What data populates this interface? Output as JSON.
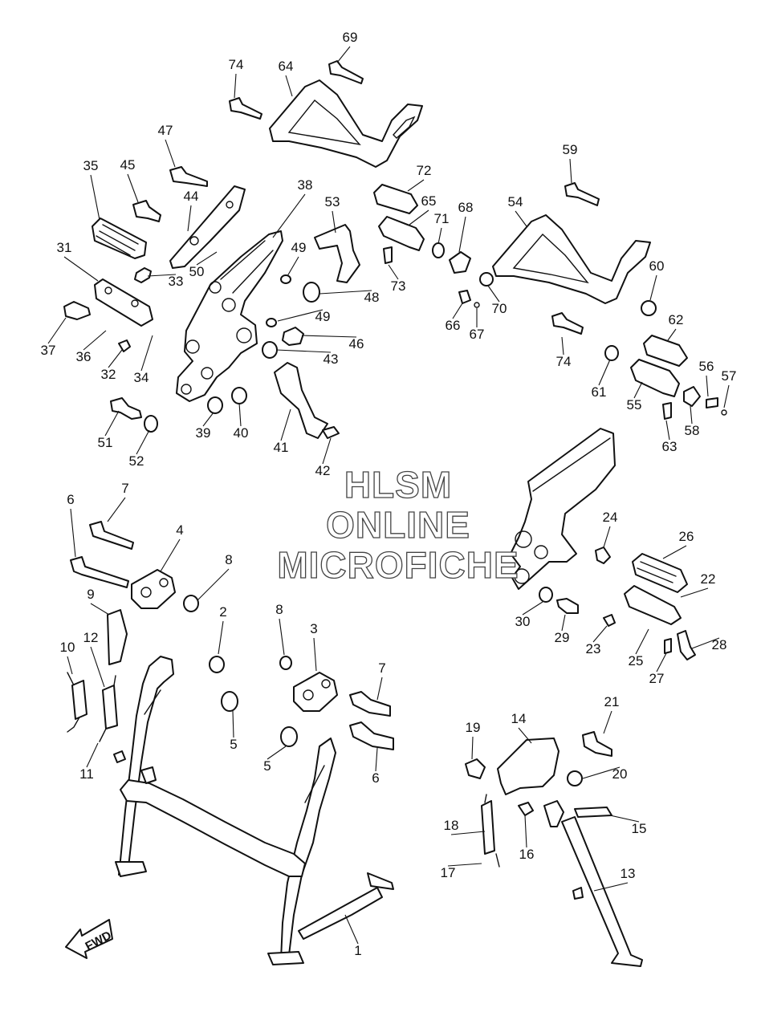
{
  "watermark": {
    "line1": "HLSM",
    "line2": "ONLINE",
    "line3": "MICROFICHE"
  },
  "direction_label": "FWD",
  "callouts": [
    "1",
    "2",
    "3",
    "4",
    "5",
    "5",
    "6",
    "6",
    "7",
    "7",
    "8",
    "8",
    "9",
    "10",
    "11",
    "12",
    "13",
    "14",
    "15",
    "16",
    "17",
    "18",
    "19",
    "20",
    "21",
    "22",
    "23",
    "24",
    "25",
    "26",
    "27",
    "28",
    "29",
    "30",
    "31",
    "32",
    "33",
    "34",
    "35",
    "36",
    "37",
    "38",
    "39",
    "40",
    "41",
    "42",
    "43",
    "44",
    "45",
    "46",
    "47",
    "48",
    "49",
    "49",
    "50",
    "51",
    "52",
    "53",
    "54",
    "55",
    "56",
    "57",
    "58",
    "59",
    "60",
    "61",
    "62",
    "63",
    "64",
    "65",
    "66",
    "67",
    "68",
    "69",
    "70",
    "71",
    "72",
    "73",
    "74",
    "74"
  ]
}
